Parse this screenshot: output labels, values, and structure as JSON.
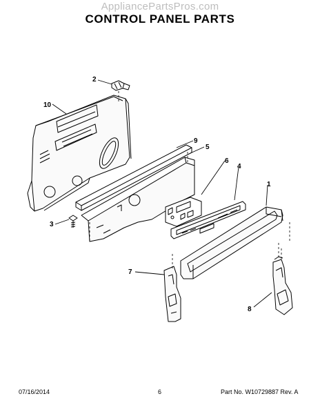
{
  "header": {
    "watermark": "AppliancePartsPros.com",
    "title": "CONTROL PANEL PARTS"
  },
  "callouts": [
    "1",
    "2",
    "3",
    "4",
    "5",
    "6",
    "7",
    "8",
    "9",
    "10"
  ],
  "footer": {
    "date": "07/16/2014",
    "page": "6",
    "part_ref": "Part No. W10729887  Rev. A"
  }
}
